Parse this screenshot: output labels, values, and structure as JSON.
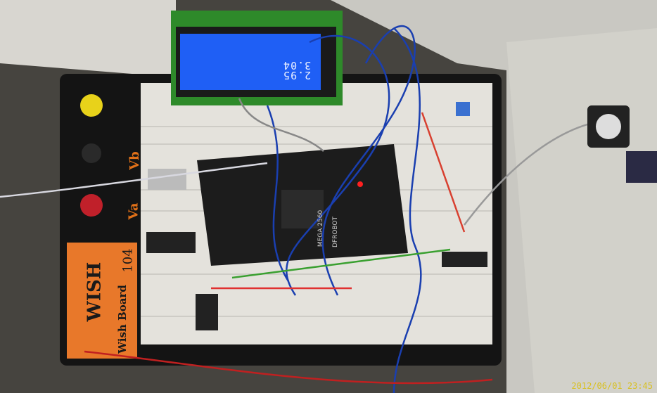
{
  "photo": {
    "lcd": {
      "line1": "3.04",
      "line2": "2.95"
    },
    "board_labels": {
      "vb": "Vb",
      "va": "Va",
      "brand": "WISH",
      "model": "Wish Board",
      "number": "104"
    },
    "arduino_label": "MEGA 2560",
    "arduino_brand": "DFROBOT",
    "timestamp": "2012/06/01 23:45"
  },
  "colors": {
    "lcd_blue": "#1f5ff5",
    "pcb_green": "#2e8a2a",
    "panel_orange": "#e8782a",
    "wire_blue": "#1a3fb0",
    "stamp": "#d8c020"
  }
}
